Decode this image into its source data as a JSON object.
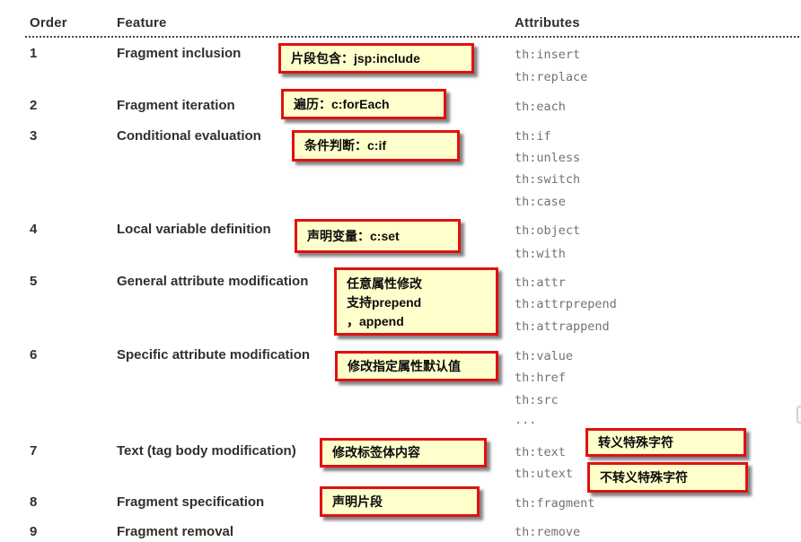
{
  "table": {
    "headers": {
      "order": "Order",
      "feature": "Feature",
      "attributes": "Attributes"
    },
    "rows": [
      {
        "order": "1",
        "feature": "Fragment inclusion",
        "attributes": [
          "th:insert",
          "th:replace"
        ]
      },
      {
        "order": "2",
        "feature": "Fragment iteration",
        "attributes": [
          "th:each"
        ]
      },
      {
        "order": "3",
        "feature": "Conditional evaluation",
        "attributes": [
          "th:if",
          "th:unless",
          "th:switch",
          "th:case"
        ]
      },
      {
        "order": "4",
        "feature": "Local variable definition",
        "attributes": [
          "th:object",
          "th:with"
        ]
      },
      {
        "order": "5",
        "feature": "General attribute modification",
        "attributes": [
          "th:attr",
          "th:attrprepend",
          "th:attrappend"
        ]
      },
      {
        "order": "6",
        "feature": "Specific attribute modification",
        "attributes": [
          "th:value",
          "th:href",
          "th:src",
          "..."
        ]
      },
      {
        "order": "7",
        "feature": "Text (tag body modification)",
        "attributes": [
          "th:text",
          "th:utext"
        ]
      },
      {
        "order": "8",
        "feature": "Fragment specification",
        "attributes": [
          "th:fragment"
        ]
      },
      {
        "order": "9",
        "feature": "Fragment removal",
        "attributes": [
          "th:remove"
        ]
      }
    ]
  },
  "annotations": {
    "fragment_inclusion": "片段包含：jsp:include",
    "fragment_iteration": "遍历：c:forEach",
    "conditional_evaluation": "条件判断：c:if",
    "local_variable": "声明变量：c:set",
    "general_attribute": "任意属性修改\n支持prepend\n，append",
    "specific_attribute": "修改指定属性默认值",
    "text_body": "修改标签体内容",
    "fragment_specification": "声明片段",
    "escape_chars": "转义特殊字符",
    "no_escape_chars": "不转义特殊字符"
  },
  "colors": {
    "annotation_fill": "#ffffcc",
    "annotation_border": "#e01111",
    "attribute_text": "#767171",
    "heading_text": "#322f2c"
  }
}
